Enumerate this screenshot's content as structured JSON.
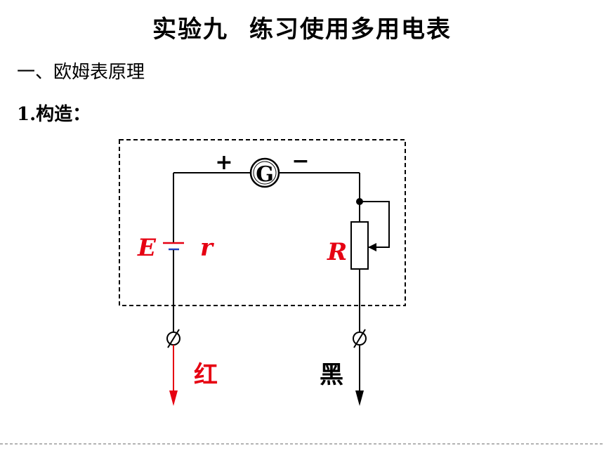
{
  "title": {
    "part1": "实验九",
    "part2": "练习使用多用电表"
  },
  "section1": "一、欧姆表原理",
  "section2": {
    "number": "1.",
    "label": "构造："
  },
  "diagram": {
    "plus": "+",
    "minus": "−",
    "galvanometer": "G",
    "emf": "E",
    "internal_r": "r",
    "resistor": "R",
    "red_label": "红",
    "black_label": "黑",
    "colors": {
      "red": "#e60012",
      "black": "#000000",
      "blue": "#1f3fbf"
    }
  }
}
